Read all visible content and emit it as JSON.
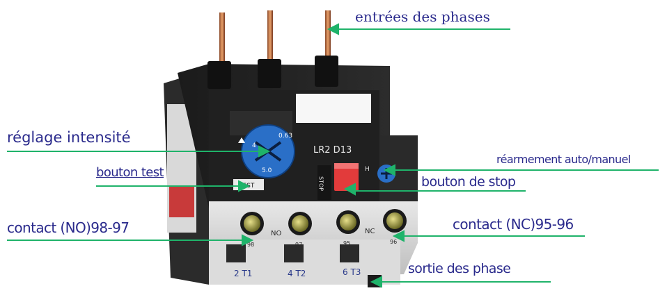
{
  "labels": {
    "phase_inputs": "entrées des phases",
    "current_adjust": "réglage intensité",
    "test_button": "bouton test",
    "reset_mode": "réarmement auto/manuel",
    "stop_button": "bouton de stop",
    "no_contact": "contact (NO)98-97",
    "nc_contact": "contact (NC)95-96",
    "phase_outputs": "sortie des phase"
  },
  "device": {
    "model": "LR2 D13",
    "test_marking": "TEST",
    "stop_marking": "STOP",
    "h_marking": "H",
    "dial_marks": [
      "0.63",
      "4",
      "5.0"
    ],
    "no_marking": "NO",
    "nc_marking": "NC",
    "terminals": [
      "98",
      "97",
      "95",
      "96"
    ],
    "outputs": [
      "2  T1",
      "4  T2",
      "6  T3"
    ]
  },
  "colors": {
    "arrow": "#1fb36a",
    "label_text": "#2a2a8c",
    "dial_blue": "#2a6fc7",
    "stop_red": "#e23b3b"
  }
}
